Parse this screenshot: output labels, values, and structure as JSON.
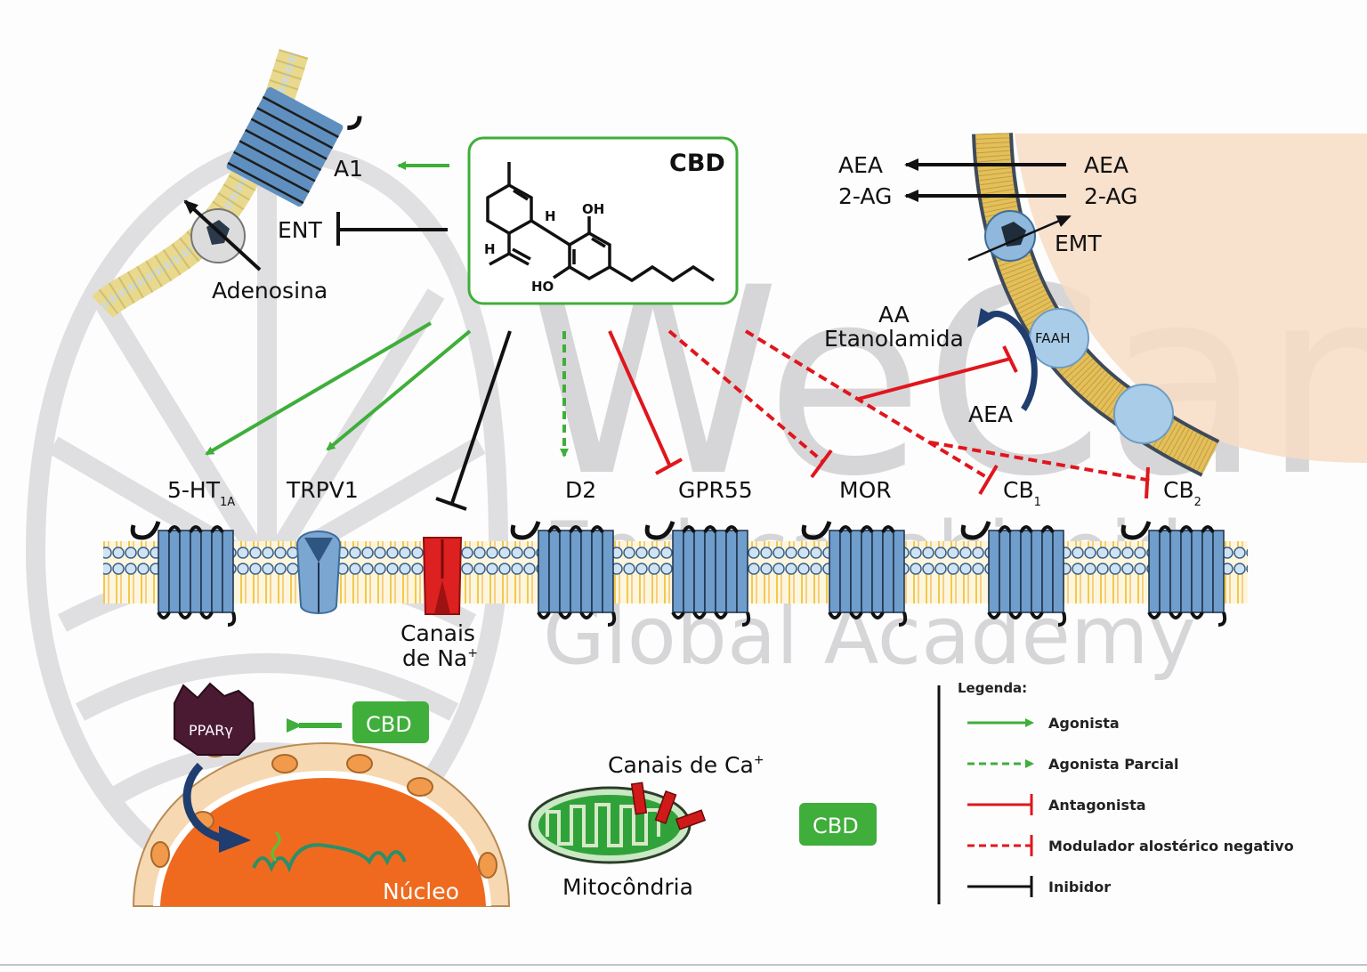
{
  "watermark": {
    "brand": "WeCann",
    "line1": "Endocanabinoid",
    "line2": "Global Academy"
  },
  "cbd_box": {
    "title": "CBD",
    "atoms": {
      "oh_top": "OH",
      "oh_bottom": "HO",
      "h_right": "H",
      "h_left": "H"
    }
  },
  "top_left": {
    "a1": "A1",
    "ent": "ENT",
    "adenosine": "Adenosina"
  },
  "top_right": {
    "aea_left": "AEA",
    "ag_left": "2-AG",
    "aea_right": "AEA",
    "ag_right": "2-AG",
    "emt": "EMT",
    "aa": "AA",
    "etanolamida": "Etanolamida",
    "faah": "FAAH",
    "aea_bottom": "AEA"
  },
  "receptors": [
    {
      "id": "5ht1a",
      "label": "5-HT",
      "sub": "1A",
      "interaction": "agonista"
    },
    {
      "id": "trpv1",
      "label": "TRPV1",
      "sub": "",
      "interaction": "agonista"
    },
    {
      "id": "nav",
      "label": "Canais",
      "label2": "de Na",
      "sup": "+",
      "interaction": "inibidor"
    },
    {
      "id": "d2",
      "label": "D2",
      "sub": "",
      "interaction": "agonista parcial"
    },
    {
      "id": "gpr55",
      "label": "GPR55",
      "sub": "",
      "interaction": "antagonista"
    },
    {
      "id": "mor",
      "label": "MOR",
      "sub": "",
      "interaction": "modulador alostérico negativo"
    },
    {
      "id": "cb1",
      "label": "CB",
      "sub": "1",
      "interaction": "modulador alostérico negativo"
    },
    {
      "id": "cb2",
      "label": "CB",
      "sub": "2",
      "interaction": "modulador alostérico negativo"
    }
  ],
  "bottom": {
    "ppar": "PPARγ",
    "cbd_badge_1": "CBD",
    "nucleo": "Núcleo",
    "ca_channels": "Canais de Ca",
    "ca_sup": "+",
    "mito": "Mitocôndria",
    "cbd_badge_2": "CBD"
  },
  "legend": {
    "title": "Legenda:",
    "items": [
      {
        "label": "Agonista",
        "color": "#3fae3a",
        "style": "solid-arrow"
      },
      {
        "label": "Agonista Parcial",
        "color": "#3fae3a",
        "style": "dashed-arrow"
      },
      {
        "label": "Antagonista",
        "color": "#e0161d",
        "style": "solid-bar"
      },
      {
        "label": "Modulador alostérico negativo",
        "color": "#e0161d",
        "style": "dashed-bar"
      },
      {
        "label": "Inibidor",
        "color": "#111111",
        "style": "solid-bar"
      }
    ]
  },
  "colors": {
    "green": "#3fae3a",
    "red": "#e0161d",
    "black": "#111111",
    "receptor_blue": "#6f9dcc",
    "membrane_yellow": "#f2c94c",
    "nucleus_orange": "#f07a2a",
    "ppar_purple": "#4a1a33"
  }
}
